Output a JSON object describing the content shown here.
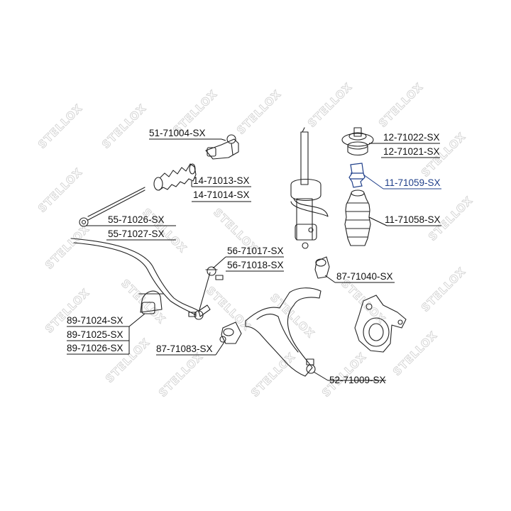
{
  "watermark": {
    "text": "STELLOX"
  },
  "parts": [
    {
      "id": "tie-rod-end",
      "codes": [
        "51-71004-SX"
      ]
    },
    {
      "id": "steering-boot",
      "codes": [
        "14-71013-SX",
        "14-71014-SX"
      ]
    },
    {
      "id": "inner-tie-rod",
      "codes": [
        "55-71026-SX",
        "55-71027-SX"
      ]
    },
    {
      "id": "strut-mount",
      "codes": [
        "12-71022-SX",
        "12-71021-SX"
      ]
    },
    {
      "id": "bump-stop",
      "codes": [
        "11-71059-SX"
      ],
      "highlighted": true
    },
    {
      "id": "dust-boot",
      "codes": [
        "11-71058-SX"
      ]
    },
    {
      "id": "stabilizer-link",
      "codes": [
        "56-71017-SX",
        "56-71018-SX"
      ]
    },
    {
      "id": "rear-arm-bushing",
      "codes": [
        "87-71040-SX"
      ]
    },
    {
      "id": "stabilizer-bushing",
      "codes": [
        "89-71024-SX",
        "89-71025-SX",
        "89-71026-SX"
      ]
    },
    {
      "id": "front-arm-bushing",
      "codes": [
        "87-71083-SX"
      ]
    },
    {
      "id": "ball-joint",
      "codes": [
        "52-71009-SX"
      ]
    }
  ],
  "colors": {
    "highlight": "#1f3f8a",
    "line": "#222222",
    "watermark": "#d2d2d2"
  }
}
